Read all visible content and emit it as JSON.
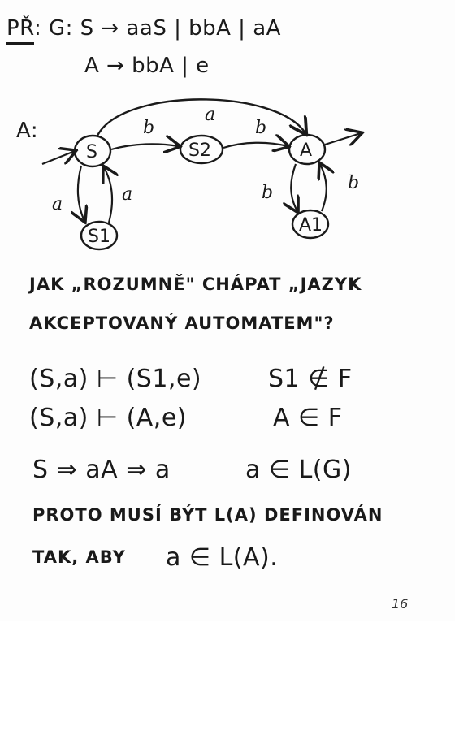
{
  "header": {
    "prefix": "PŘ",
    "grammar_line1": ": G: S → aaS | bbA | aA",
    "grammar_line2": "A → bbA | e"
  },
  "automaton": {
    "name": "A:",
    "states": {
      "s": "S",
      "s2": "S2",
      "a": "A",
      "s1": "S1",
      "a1": "A1"
    },
    "edge_labels": {
      "s_s2": "b",
      "s2_a": "b",
      "s_a_arc": "a",
      "s_s1": "a",
      "s1_s": "a",
      "a_a1": "b",
      "a1_a": "b"
    }
  },
  "question": {
    "line1": "JAK „ROZUMNĚ\" CHÁPAT „JAZYK",
    "line2": "AKCEPTOVANÝ AUTOMATEM\"?"
  },
  "derivations": [
    {
      "config": "(S,a) ⊢ (S1,e)",
      "note": "S1 ∉ F"
    },
    {
      "config": "(S,a) ⊢ (A,e)",
      "note": "A ∈ F"
    }
  ],
  "grammar_derivation": {
    "steps": "S ⇒ aA ⇒ a",
    "note": "a ∈ L(G)"
  },
  "conclusion": {
    "line1": "PROTO MUSÍ BÝT  L(A)  DEFINOVÁN",
    "line2": "TAK, ABY",
    "line2_math": "a ∈ L(A)."
  },
  "page_number": "16"
}
